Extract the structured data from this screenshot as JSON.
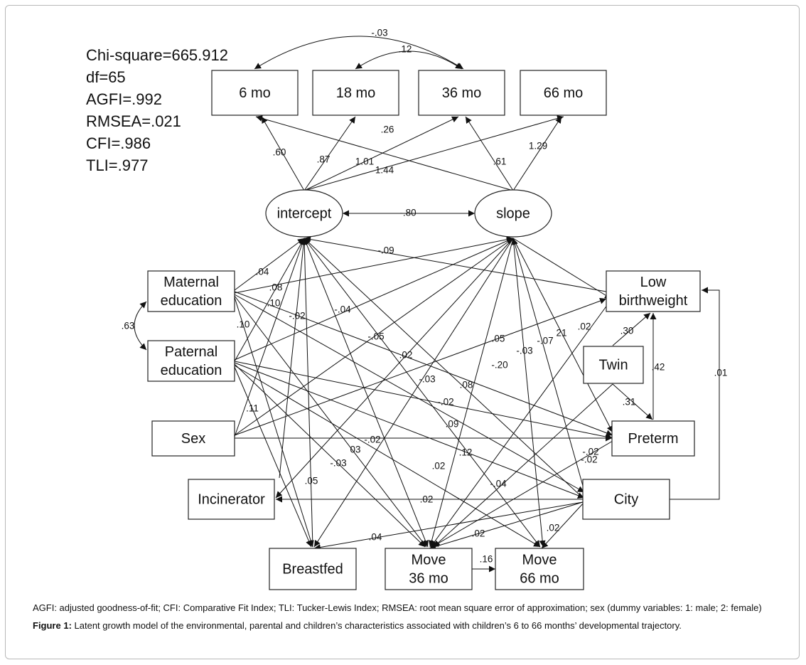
{
  "fit_stats": [
    "Chi-square=665.912",
    "df=65",
    "AGFI=.992",
    "RMSEA=.021",
    "CFI=.986",
    "TLI=.977"
  ],
  "nodes": {
    "mo6": {
      "label": [
        "6 mo"
      ]
    },
    "mo18": {
      "label": [
        "18 mo"
      ]
    },
    "mo36": {
      "label": [
        "36 mo"
      ]
    },
    "mo66": {
      "label": [
        "66 mo"
      ]
    },
    "intercept": {
      "label": [
        "intercept"
      ]
    },
    "slope": {
      "label": [
        "slope"
      ]
    },
    "maternal": {
      "label": [
        "Maternal",
        "education"
      ]
    },
    "paternal": {
      "label": [
        "Paternal",
        "education"
      ]
    },
    "sex": {
      "label": [
        "Sex"
      ]
    },
    "incinerator": {
      "label": [
        "Incinerator"
      ]
    },
    "breastfed": {
      "label": [
        "Breastfed"
      ]
    },
    "move36": {
      "label": [
        "Move",
        "36 mo"
      ]
    },
    "move66": {
      "label": [
        "Move",
        "66 mo"
      ]
    },
    "lowbw": {
      "label": [
        "Low",
        "birthweight"
      ]
    },
    "twin": {
      "label": [
        "Twin"
      ]
    },
    "preterm": {
      "label": [
        "Preterm"
      ]
    },
    "city": {
      "label": [
        "City"
      ]
    }
  },
  "edge_labels": [
    ".60",
    ".87",
    "1.01",
    "1.44",
    ".26",
    ".61",
    "1.29",
    "-.03",
    ".12",
    "-.80",
    "-.09",
    ".04",
    ".08",
    ".10",
    "-.02",
    ".10",
    ".11",
    ".05",
    "-.04",
    "-.05",
    ".02",
    "-.03",
    ".63",
    ".05",
    ".30",
    ".42",
    ".31",
    ".01",
    ".02",
    "-.03",
    "-.07",
    "21",
    "-.20",
    ".08",
    "-.02",
    ".09",
    ".12",
    "-.02",
    "-.02",
    "03",
    "-.03",
    ".02",
    "-.04",
    "-.02",
    ".02",
    ".04",
    ".02",
    ".02",
    ".16"
  ],
  "caption": {
    "note": "AGFI: adjusted goodness-of-fit; CFI: Comparative Fit Index; TLI: Tucker-Lewis Index; RMSEA: root mean square error of approximation; sex (dummy variables: 1: male; 2: female)",
    "figure_label": "Figure 1:",
    "figure_text": " Latent growth model of the environmental, parental and children’s characteristics associated with children’s 6 to 66 months’ developmental trajectory."
  }
}
